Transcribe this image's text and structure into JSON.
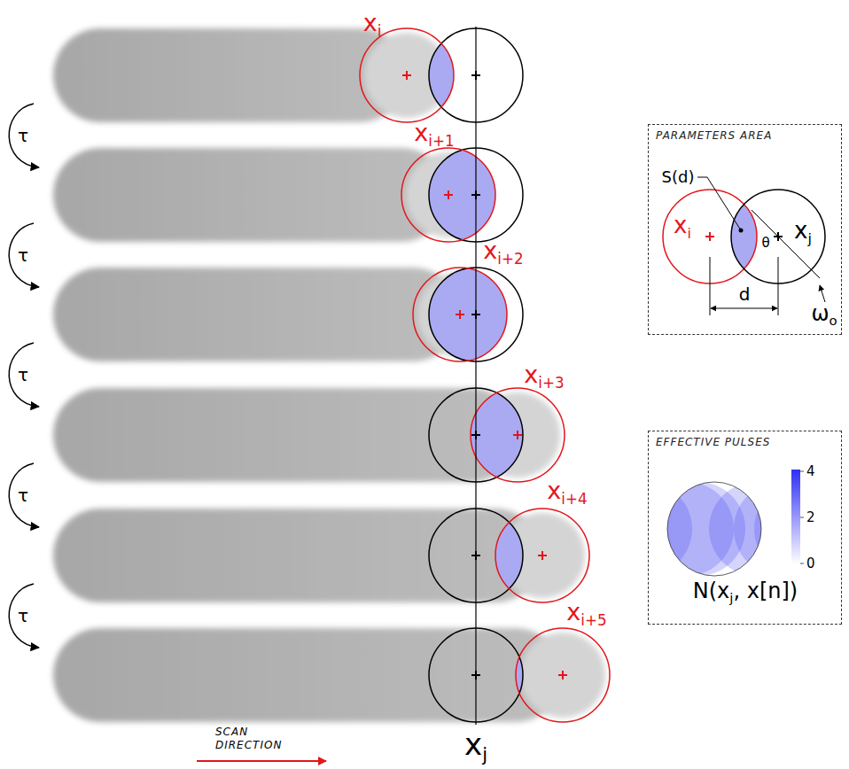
{
  "diagram": {
    "nodes": [
      {
        "text": [
          "PARAMETERS AREA"
        ]
      },
      {
        "text": [
          "EFFECTIVE PULSES",
          "N(xj, x[n])"
        ]
      }
    ],
    "labels": [
      "xi",
      "xi+1",
      "xi+2",
      "xi+3",
      "xi+4",
      "xi+5",
      "τ",
      "τ",
      "τ",
      "τ",
      "τ",
      "SCAN DIRECTION",
      "xj",
      "S(d)",
      "xi",
      "θ",
      "xj",
      "d",
      "ωo",
      "4",
      "2",
      "0"
    ]
  }
}
